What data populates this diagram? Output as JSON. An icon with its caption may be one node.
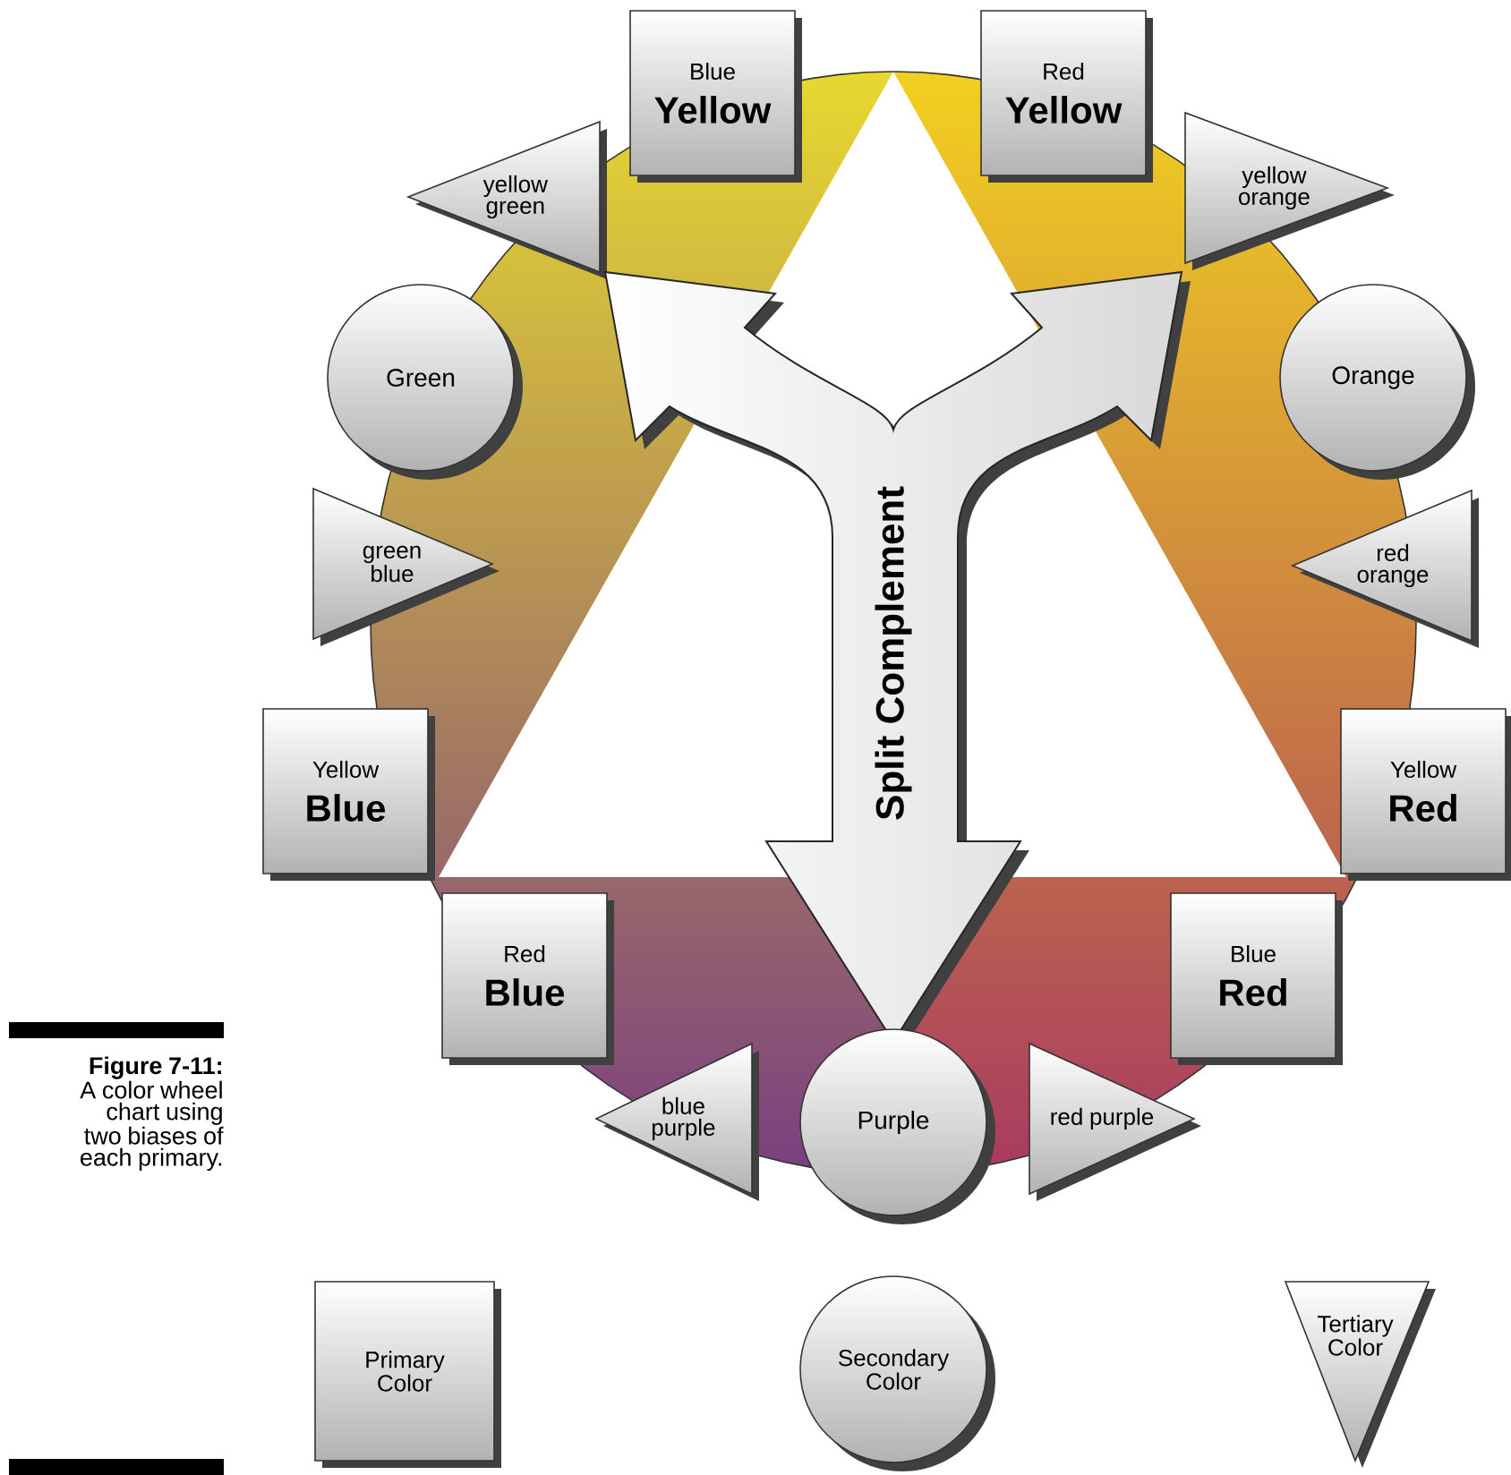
{
  "diagram": {
    "caption": "**Figure 7-11:** A color wheel chart using two biases of each primary.",
    "nodes": [
      {
        "text": [
          "Blue",
          "Yellow"
        ]
      },
      {
        "text": [
          "Red",
          "Yellow"
        ]
      },
      {
        "text": [
          "yellow green"
        ]
      },
      {
        "text": [
          "yellow orange"
        ]
      },
      {
        "text": [
          "Green"
        ]
      },
      {
        "text": [
          "Orange"
        ]
      },
      {
        "text": [
          "green blue"
        ]
      },
      {
        "text": [
          "red orange"
        ]
      },
      {
        "text": [
          "Split Complement"
        ]
      },
      {
        "text": [
          "Yellow",
          "Blue"
        ]
      },
      {
        "text": [
          "Yellow",
          "Red"
        ]
      },
      {
        "text": [
          "Red",
          "Blue"
        ]
      },
      {
        "text": [
          "Blue",
          "Red"
        ]
      },
      {
        "text": [
          "blue purple"
        ]
      },
      {
        "text": [
          "Purple"
        ]
      },
      {
        "text": [
          "red purple"
        ]
      }
    ],
    "legend": [
      {
        "text": "Primary Color"
      },
      {
        "text": "Secondary Color"
      },
      {
        "text": "Tertiary Color"
      }
    ]
  }
}
